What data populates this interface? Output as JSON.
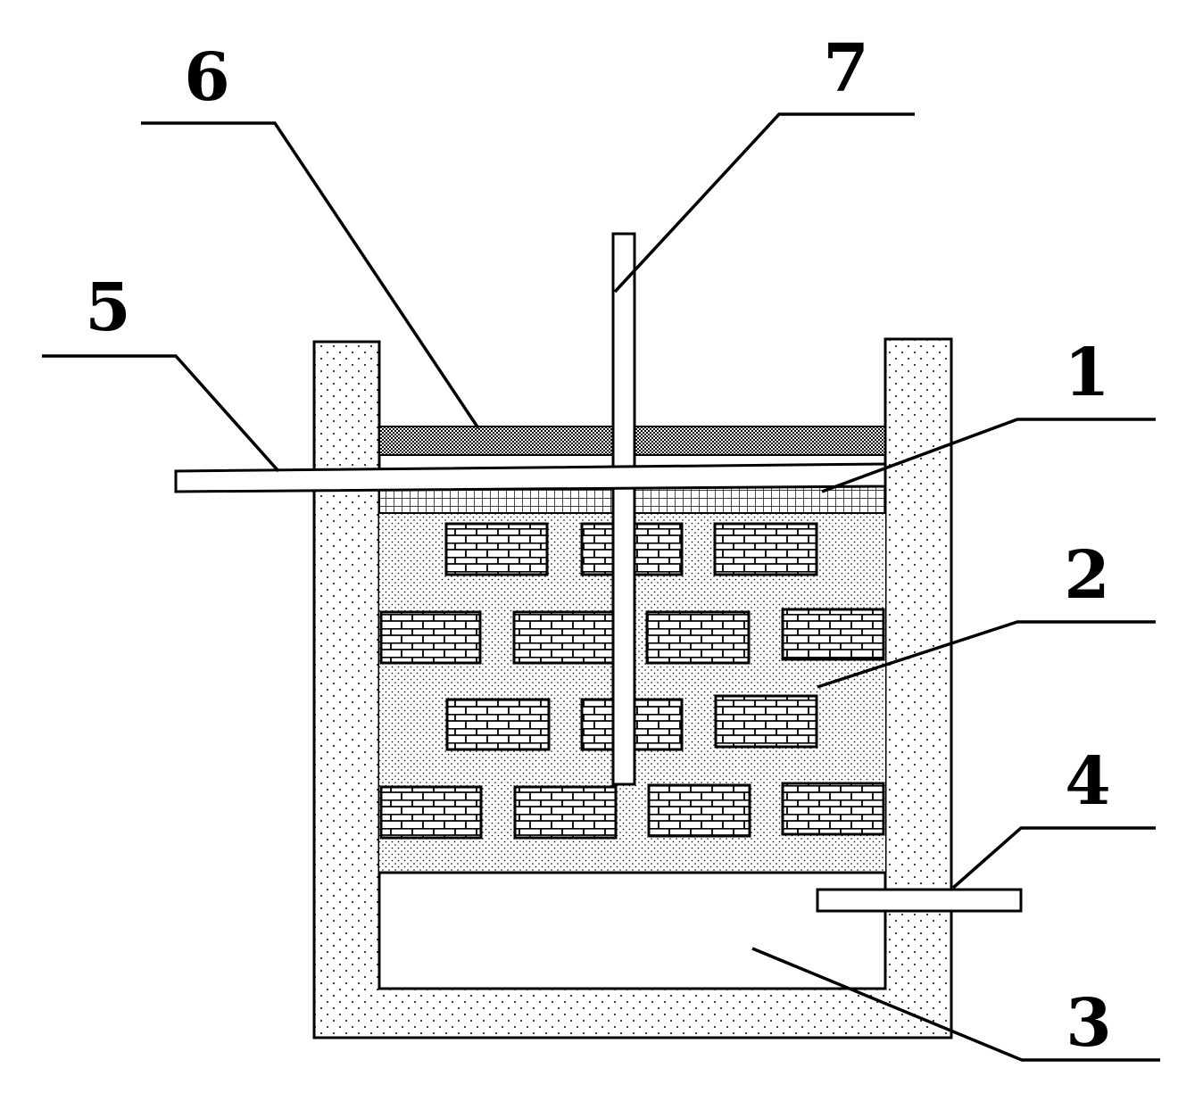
{
  "labels": {
    "l1": "1",
    "l2": "2",
    "l3": "3",
    "l4": "4",
    "l5": "5",
    "l6": "6",
    "l7": "7"
  },
  "colors": {
    "stroke": "#000000",
    "background": "#ffffff"
  }
}
